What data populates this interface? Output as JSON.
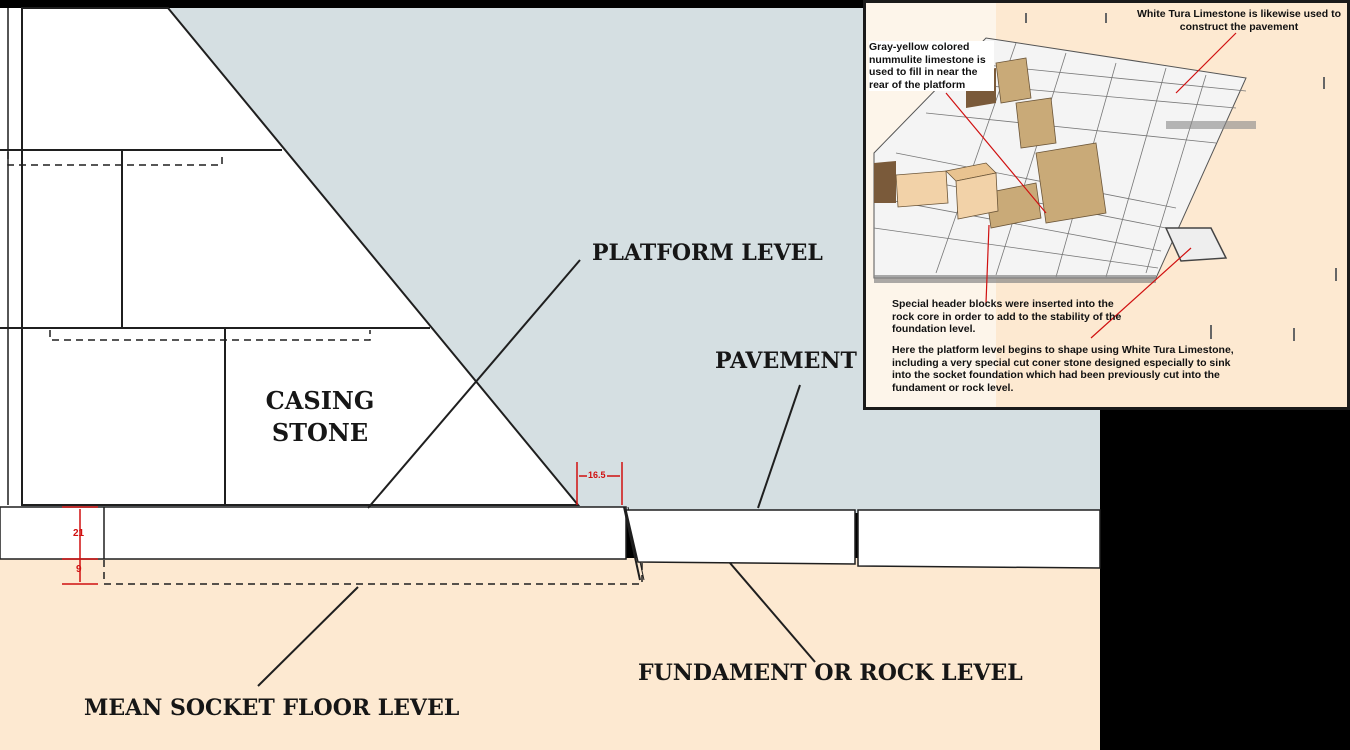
{
  "main_diagram": {
    "labels": {
      "platform_level": "PLATFORM LEVEL",
      "pavement": "PAVEMENT",
      "casing_stone_line1": "CASING",
      "casing_stone_line2": "STONE",
      "mean_socket_floor_level": "MEAN SOCKET FLOOR LEVEL",
      "fundament": "FUNDAMENT OR ROCK LEVEL"
    },
    "dimensions": {
      "platform_thickness": "21",
      "socket_depth": "9",
      "offset": "16.5"
    }
  },
  "inset": {
    "notes": {
      "white_tura": "White Tura Limestone is likewise used to construct the pavement",
      "nummulite": "Gray-yellow colored nummulite limestone is used to fill in near the rear of the platform",
      "header_blocks": "Special header blocks were inserted into the rock core in order to add to the stability of the foundation level.",
      "platform_begins": "Here the platform level begins to shape using White Tura Limestone, including a very special cut coner stone designed especially to sink into the socket foundation which had been previously cut into the fundament or rock level."
    }
  },
  "colors": {
    "sky": "#d5dfe2",
    "ground": "#fde9d1",
    "stone": "#ffffff",
    "line": "#1f1f1f",
    "dimension": "#d01010",
    "nummulite": "#c9aa78",
    "header_block": "#f2d2a8"
  }
}
